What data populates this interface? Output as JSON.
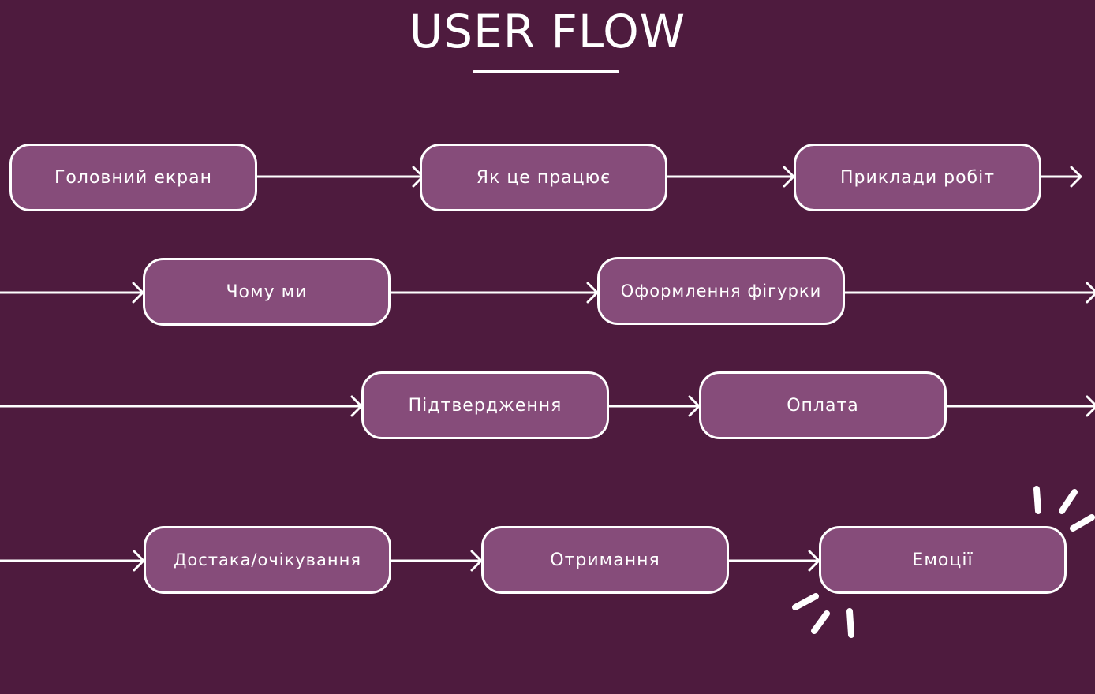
{
  "title": "USER FLOW",
  "colors": {
    "background": "#4e1b3e",
    "node_fill": "#864c7a",
    "line": "#ffffff"
  },
  "nodes": [
    {
      "id": "n1",
      "label": "Головний екран"
    },
    {
      "id": "n2",
      "label": "Як це працює"
    },
    {
      "id": "n3",
      "label": "Приклади робіт"
    },
    {
      "id": "n4",
      "label": "Чому ми"
    },
    {
      "id": "n5",
      "label": "Оформлення фігурки"
    },
    {
      "id": "n6",
      "label": "Підтвердження"
    },
    {
      "id": "n7",
      "label": "Оплата"
    },
    {
      "id": "n8",
      "label": "Достака/очікування"
    },
    {
      "id": "n9",
      "label": "Отримання"
    },
    {
      "id": "n10",
      "label": "Емоції"
    }
  ],
  "edges": [
    {
      "from": "n1",
      "to": "n2"
    },
    {
      "from": "n2",
      "to": "n3"
    },
    {
      "from": "n3",
      "to": "n4"
    },
    {
      "from": "n4",
      "to": "n5"
    },
    {
      "from": "n5",
      "to": "n6"
    },
    {
      "from": "n6",
      "to": "n7"
    },
    {
      "from": "n7",
      "to": "n8"
    },
    {
      "from": "n8",
      "to": "n9"
    },
    {
      "from": "n9",
      "to": "n10"
    }
  ],
  "decoration": "burst-lines"
}
